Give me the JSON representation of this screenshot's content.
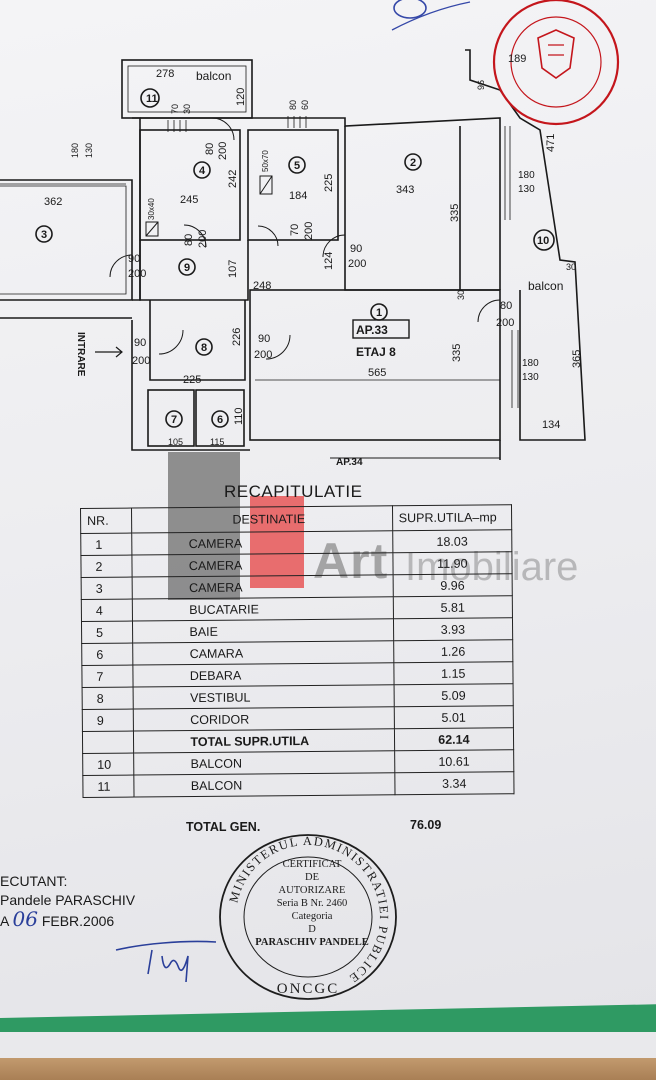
{
  "plan": {
    "rooms": [
      {
        "num": "1",
        "name_line1": "AP.33",
        "name_line2": "ETAJ 8"
      },
      {
        "num": "2"
      },
      {
        "num": "3"
      },
      {
        "num": "4"
      },
      {
        "num": "5"
      },
      {
        "num": "6"
      },
      {
        "num": "7"
      },
      {
        "num": "8"
      },
      {
        "num": "9"
      },
      {
        "num": "10",
        "label": "balcon"
      },
      {
        "num": "11",
        "label": "balcon"
      }
    ],
    "dims": {
      "d278": "278",
      "d362": "362",
      "d245": "245",
      "d242": "242",
      "d184": "184",
      "d225a": "225",
      "d343": "343",
      "d335a": "335",
      "d248": "248",
      "d107": "107",
      "d124": "124",
      "d226": "226",
      "d225b": "225",
      "d565": "565",
      "d335b": "335",
      "d365": "365",
      "d134": "134",
      "d105": "105",
      "d115": "115",
      "d110": "110",
      "d189": "189",
      "d471": "471",
      "d96": "96",
      "d30a": "30",
      "d30b": "30",
      "d120": "120",
      "d180a": "180",
      "d130a": "130",
      "d180b": "180",
      "d130b": "130",
      "d180c": "180",
      "d130c": "130",
      "d70a": "70",
      "d30a2": "30",
      "d80a": "80",
      "d60a": "60",
      "d50x70": "50x70",
      "d30x40": "30x40"
    },
    "doors": {
      "d9": "90",
      "d9b": "200",
      "d4": "80",
      "d4b": "200",
      "d9i": "80",
      "d9ib": "200",
      "d5": "70",
      "d5b": "200",
      "d2": "90",
      "d2b": "200",
      "d6": "90",
      "d6b": "200",
      "d1": "90",
      "d1b": "200",
      "d10": "80",
      "d10b": "200"
    },
    "entrance": "INTRARE",
    "neighbor": "AP.34"
  },
  "recap": {
    "title": "RECAPITULATIE",
    "headers": {
      "nr": "NR.",
      "dest": "DESTINATIE",
      "val": "SUPR.UTILA–mp"
    },
    "rows": [
      {
        "nr": "1",
        "dest": "CAMERA",
        "val": "18.03"
      },
      {
        "nr": "2",
        "dest": "CAMERA",
        "val": "11.90"
      },
      {
        "nr": "3",
        "dest": "CAMERA",
        "val": "9.96"
      },
      {
        "nr": "4",
        "dest": "BUCATARIE",
        "val": "5.81"
      },
      {
        "nr": "5",
        "dest": "BAIE",
        "val": "3.93"
      },
      {
        "nr": "6",
        "dest": "CAMARA",
        "val": "1.26"
      },
      {
        "nr": "7",
        "dest": "DEBARA",
        "val": "1.15"
      },
      {
        "nr": "8",
        "dest": "VESTIBUL",
        "val": "5.09"
      },
      {
        "nr": "9",
        "dest": "CORIDOR",
        "val": "5.01"
      },
      {
        "nr": "",
        "dest": "TOTAL SUPR.UTILA",
        "val": "62.14"
      },
      {
        "nr": "10",
        "dest": "BALCON",
        "val": "10.61"
      },
      {
        "nr": "11",
        "dest": "BALCON",
        "val": "3.34"
      }
    ],
    "total_gen_label": "TOTAL GEN.",
    "total_gen_value": "76.09"
  },
  "executant": {
    "label": "ECUTANT:",
    "name": "Pandele PARASCHIV",
    "date_prefix": "A",
    "day": "06",
    "date_rest": "FEBR.2006"
  },
  "stamp": {
    "ring_text": "MINISTERUL ADMINISTRATIEI PUBLICE",
    "bottom": "ONCGC",
    "line1": "CERTIFICAT",
    "line2": "DE",
    "line3": "AUTORIZARE",
    "line4": "Seria B Nr. 2460",
    "line5": "Categoria",
    "line6": "D",
    "line7": "PARASCHIV PANDELE"
  },
  "watermark": {
    "brand_a": "Art",
    "brand_b": "Imobiliare"
  },
  "colors": {
    "ink": "#1a1a1a",
    "stamp_red": "#c4161c",
    "pen_blue": "#2a3f9a",
    "band_green": "#2f9a63"
  }
}
